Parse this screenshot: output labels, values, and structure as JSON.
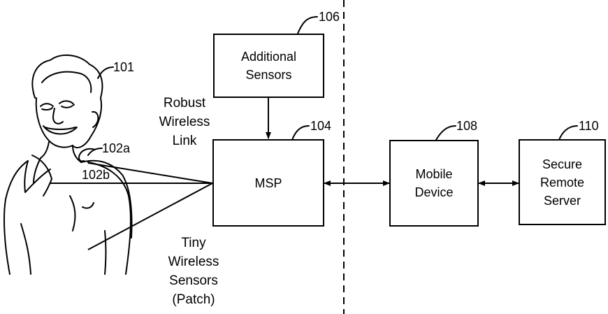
{
  "boxes": {
    "additional_sensors": "Additional\nSensors",
    "msp": "MSP",
    "mobile_device": "Mobile\nDevice",
    "secure_remote_server": "Secure\nRemote\nServer"
  },
  "refs": {
    "person": "101",
    "sensor_a": "102a",
    "sensor_b": "102b",
    "msp": "104",
    "additional_sensors": "106",
    "mobile_device": "108",
    "server": "110"
  },
  "captions": {
    "robust_link": "Robust\nWireless\nLink",
    "tiny_sensors": "Tiny\nWireless\nSensors\n(Patch)"
  }
}
